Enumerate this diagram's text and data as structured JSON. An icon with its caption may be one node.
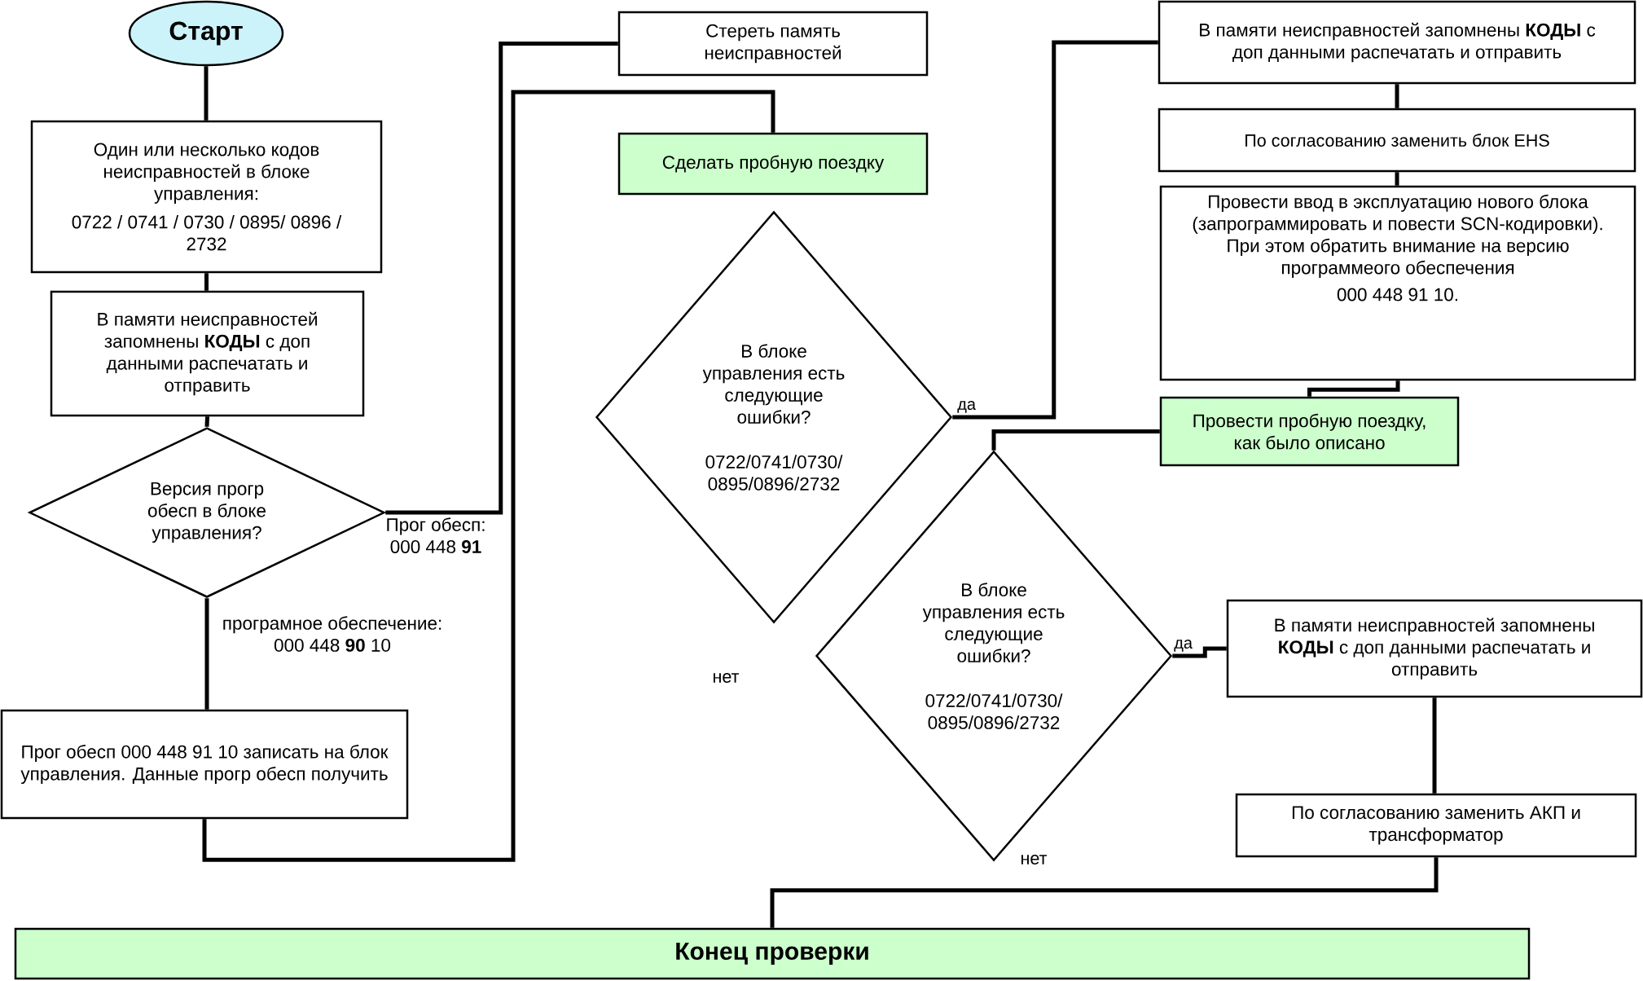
{
  "diagram": {
    "nodes": [
      {
        "text": [
          "Старт"
        ]
      },
      {
        "text": [
          "Один или несколько кодов неисправностей в блоке управления:",
          "0722 / 0741 / 0730 / 0895/ 0896 / 2732"
        ]
      },
      {
        "text": [
          "В памяти неисправностей запомнены **КОДЫ** с доп данными распечатать и отправить"
        ]
      },
      {
        "text": [
          "Версия прогр обесп в блоке управления?"
        ]
      },
      {
        "text": [
          "Прог обесп 000 448 91 10 записать на блок управления. Данные прогр обесп получить"
        ]
      },
      {
        "text": [
          "Стереть память неисправностей"
        ]
      },
      {
        "text": [
          "Сделать пробную поездку"
        ]
      },
      {
        "text": [
          "В блоке управления есть следующие ошибки?",
          "0722/0741/0730/ 0895/0896/2732"
        ]
      },
      {
        "text": [
          "В памяти неисправностей запомнены **КОДЫ** с доп данными распечатать и отправить"
        ]
      },
      {
        "text": [
          "По согласованию заменить блок EHS"
        ]
      },
      {
        "text": [
          "Провести ввод в эксплуатацию нового блока (запрограммировать и повести SCN-кодировки). При этом обратить внимание на версию программеого обеспечения",
          "000 448 91 10."
        ]
      },
      {
        "text": [
          "Провести пробную поездку, как было описано"
        ]
      },
      {
        "text": [
          "В блоке управления есть следующие ошибки?",
          "0722/0741/0730/ 0895/0896/2732"
        ]
      },
      {
        "text": [
          "В памяти неисправностей запомнены **КОДЫ** с доп данными распечатать и отправить"
        ]
      },
      {
        "text": [
          "По согласованию заменить АКП и трансформатор"
        ]
      },
      {
        "text": [
          "Конец проверки"
        ]
      }
    ],
    "edges": [
      {
        "from": 0,
        "to": 1,
        "arrow": "none"
      },
      {
        "from": 1,
        "to": 2,
        "arrow": "none"
      },
      {
        "from": 2,
        "to": 3,
        "arrow": "none"
      },
      {
        "from": 3,
        "to": 5,
        "arrow": "none",
        "label": "Прог обесп: 000 448 **91**"
      },
      {
        "from": 3,
        "to": 4,
        "arrow": "none",
        "label": "програмное обеспечение: 000 448 **90** 10"
      },
      {
        "from": 4,
        "to": 6,
        "arrow": "none"
      },
      {
        "from": 7,
        "to": 8,
        "arrow": "none",
        "label": "да"
      },
      {
        "from": 8,
        "to": 9,
        "arrow": "none"
      },
      {
        "from": 9,
        "to": 10,
        "arrow": "none"
      },
      {
        "from": 10,
        "to": 11,
        "arrow": "none"
      },
      {
        "from": 11,
        "to": 12,
        "arrow": "none"
      },
      {
        "from": 12,
        "to": 13,
        "arrow": "none",
        "label": "да"
      },
      {
        "from": 13,
        "to": 14,
        "arrow": "none"
      },
      {
        "from": 14,
        "to": 15,
        "arrow": "none"
      }
    ],
    "labels": [
      "нет",
      "нет"
    ]
  }
}
